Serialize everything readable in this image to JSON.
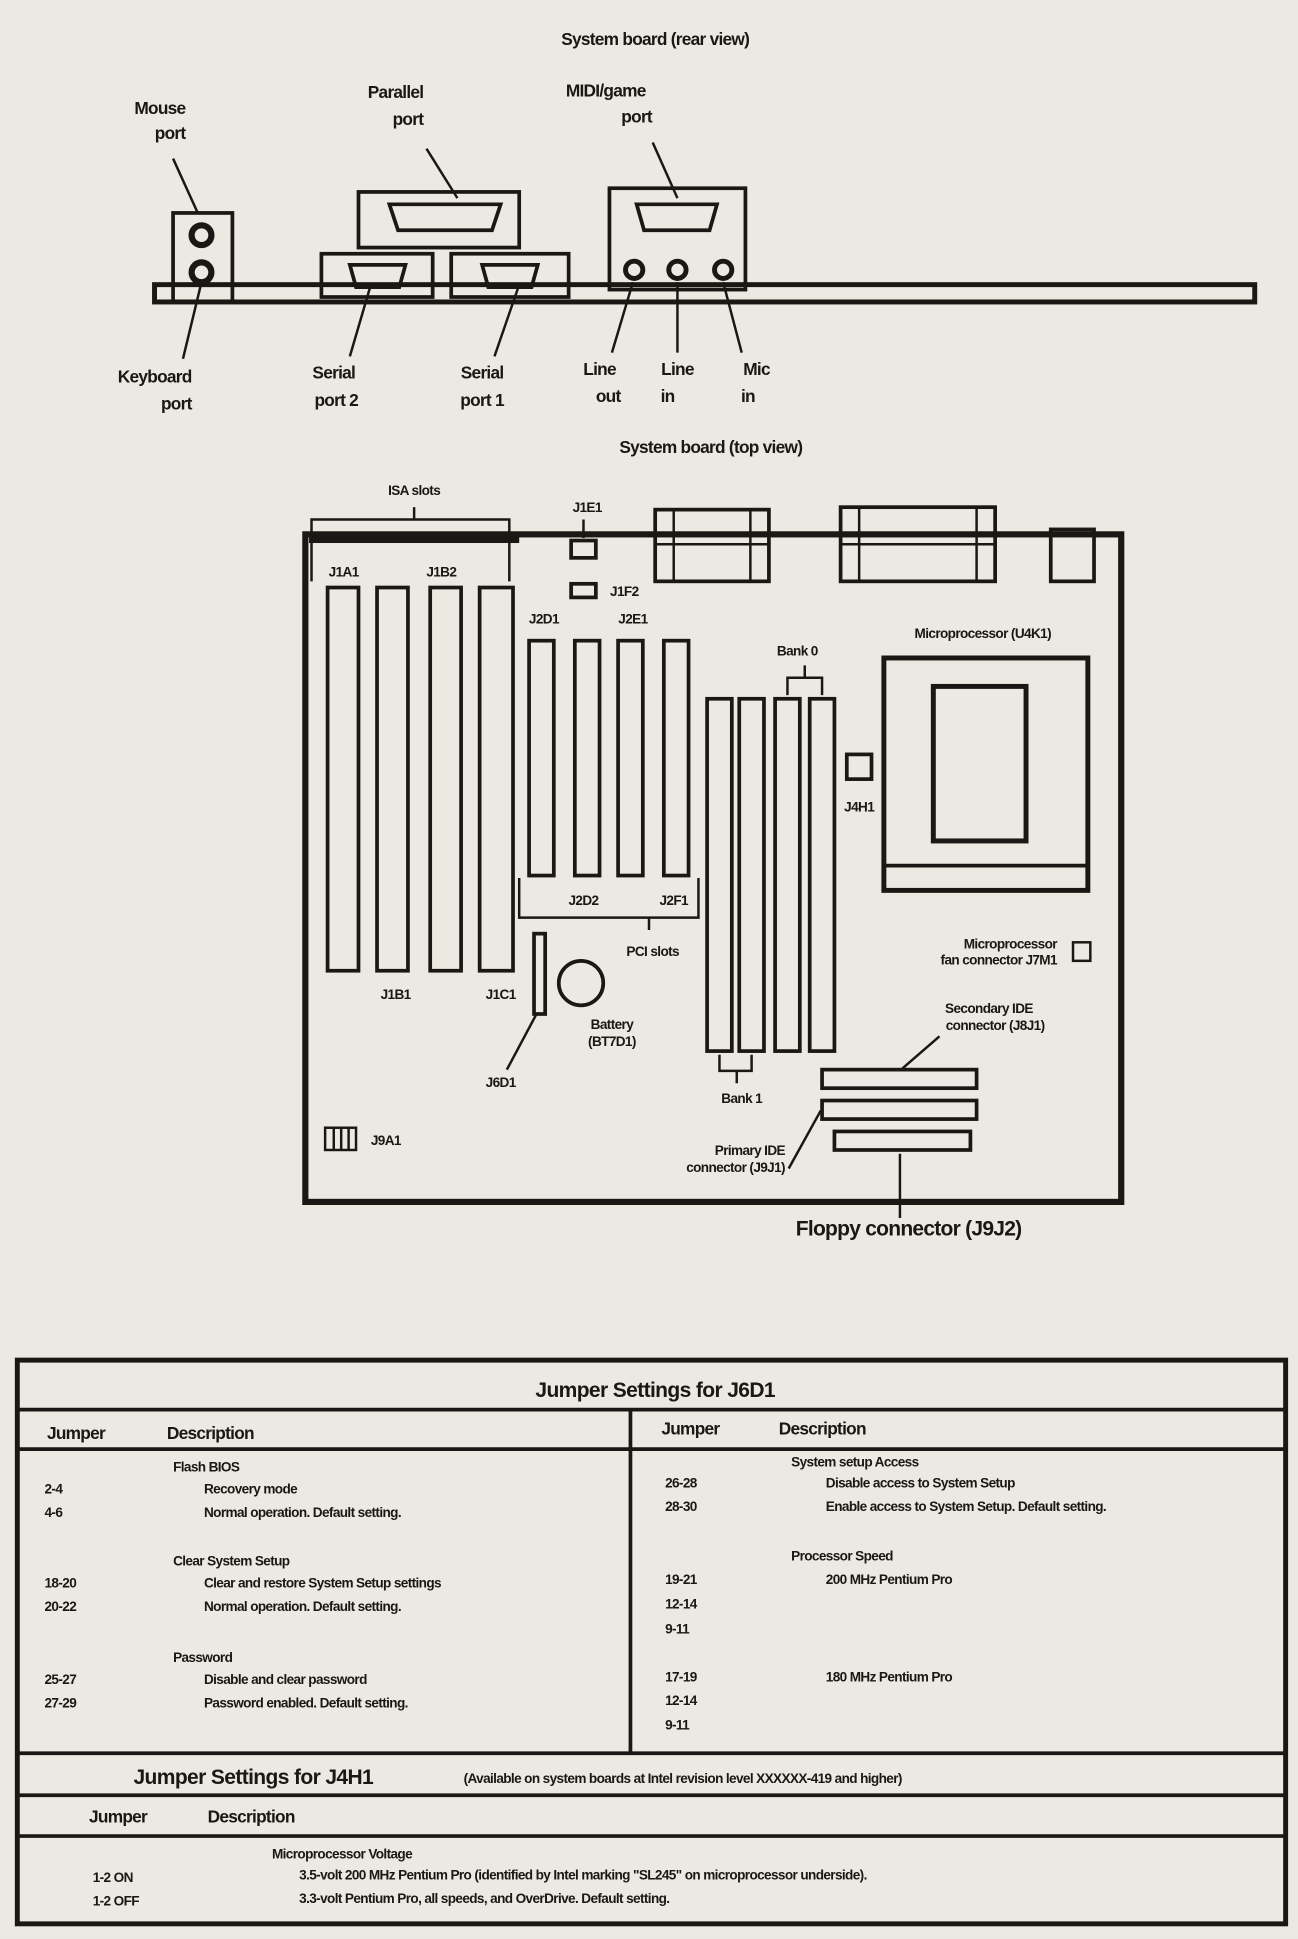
{
  "rear_view": {
    "title": "System board (rear view)",
    "mouse_port": [
      "Mouse",
      "port"
    ],
    "parallel_port": [
      "Parallel",
      "port"
    ],
    "midi_port": [
      "MIDI/game",
      "port"
    ],
    "keyboard_port": [
      "Keyboard",
      "port"
    ],
    "serial_port_2": [
      "Serial",
      "port 2"
    ],
    "serial_port_1": [
      "Serial",
      "port 1"
    ],
    "line_out": [
      "Line",
      "out"
    ],
    "line_in": [
      "Line",
      "in"
    ],
    "mic_in": [
      "Mic",
      "in"
    ]
  },
  "top_view": {
    "title": "System board (top view)",
    "isa_slots": "ISA slots",
    "j1a1": "J1A1",
    "j1b2": "J1B2",
    "j1b1": "J1B1",
    "j1c1": "J1C1",
    "j1e1": "J1E1",
    "j1f2": "J1F2",
    "j2d1": "J2D1",
    "j2e1": "J2E1",
    "j2d2": "J2D2",
    "j2f1": "J2F1",
    "pci_slots": "PCI slots",
    "bank0": "Bank 0",
    "bank1": "Bank 1",
    "microprocessor": "Microprocessor (U4K1)",
    "j4h1": "J4H1",
    "fan": [
      "Microprocessor",
      "fan connector J7M1"
    ],
    "battery": [
      "Battery",
      "(BT7D1)"
    ],
    "j6d1": "J6D1",
    "secondary_ide": [
      "Secondary IDE",
      "connector (J8J1)"
    ],
    "primary_ide": [
      "Primary IDE",
      "connector (J9J1)"
    ],
    "floppy": "Floppy connector (J9J2)",
    "j9a1": "J9A1"
  },
  "table_j6d1": {
    "title": "Jumper Settings for J6D1",
    "col_jumper": "Jumper",
    "col_description": "Description",
    "left": [
      {
        "group": "Flash BIOS",
        "rows": [
          [
            "2-4",
            "Recovery mode"
          ],
          [
            "4-6",
            "Normal operation. Default setting."
          ]
        ]
      },
      {
        "group": "Clear System Setup",
        "rows": [
          [
            "18-20",
            "Clear and restore System Setup settings"
          ],
          [
            "20-22",
            "Normal operation. Default setting."
          ]
        ]
      },
      {
        "group": "Password",
        "rows": [
          [
            "25-27",
            "Disable and clear password"
          ],
          [
            "27-29",
            "Password enabled. Default setting."
          ]
        ]
      }
    ],
    "right": [
      {
        "group": "System setup Access",
        "rows": [
          [
            "26-28",
            "Disable access to System Setup"
          ],
          [
            "28-30",
            "Enable access to System Setup. Default setting."
          ]
        ]
      },
      {
        "group": "Processor Speed",
        "rows": [
          [
            "19-21",
            "200 MHz Pentium Pro"
          ],
          [
            "12-14",
            ""
          ],
          [
            "9-11",
            ""
          ],
          [
            "17-19",
            "180 MHz Pentium Pro"
          ],
          [
            "12-14",
            ""
          ],
          [
            "9-11",
            ""
          ]
        ]
      }
    ]
  },
  "table_j4h1": {
    "title": "Jumper Settings for J4H1",
    "note": "(Available on system boards at Intel revision level XXXXXX-419 and higher)",
    "col_jumper": "Jumper",
    "col_description": "Description",
    "group": "Microprocessor Voltage",
    "rows": [
      [
        "1-2 ON",
        "3.5-volt 200 MHz Pentium Pro (identified by Intel marking \"SL245\" on microprocessor underside)."
      ],
      [
        "1-2 OFF",
        "3.3-volt Pentium Pro, all speeds, and OverDrive. Default setting."
      ]
    ]
  }
}
